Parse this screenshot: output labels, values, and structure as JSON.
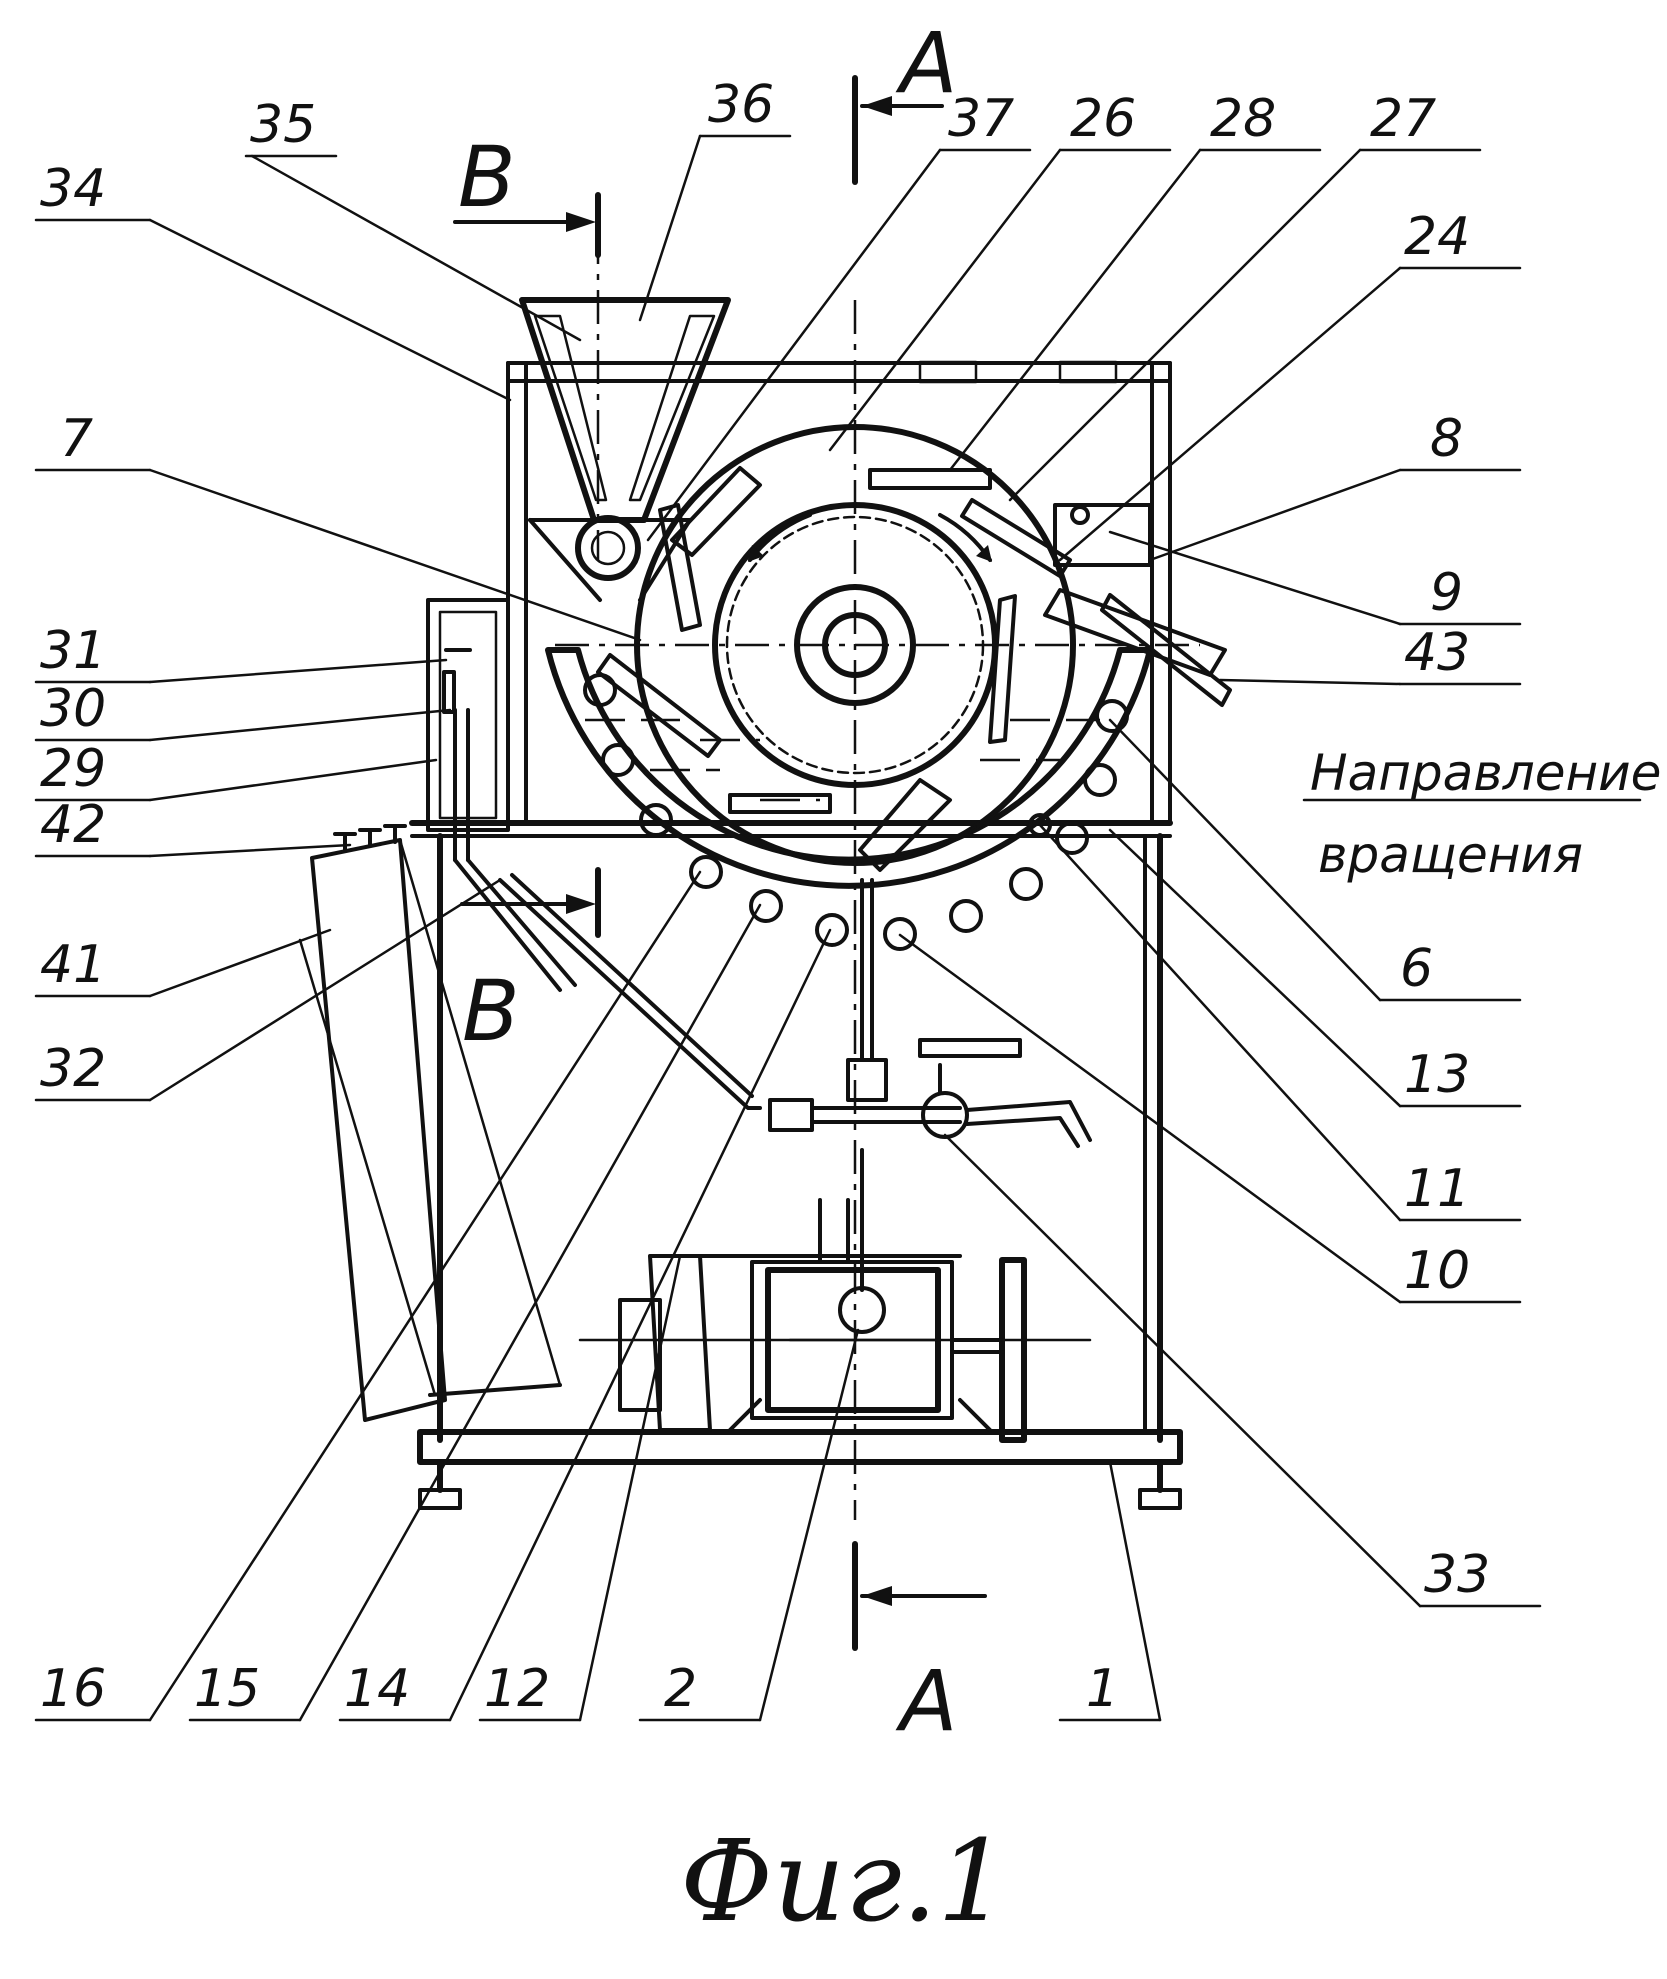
{
  "figure": {
    "caption": "Фиг.1",
    "rotation_note_line1": "Направление",
    "rotation_note_line2": "вращения",
    "section_labels": {
      "a_top": "A",
      "a_bottom": "A",
      "b_top": "B",
      "b_bottom": "B"
    }
  },
  "labels": {
    "l35": "35",
    "l36": "36",
    "l37": "37",
    "l26": "26",
    "l28": "28",
    "l27": "27",
    "l34": "34",
    "l24": "24",
    "l7": "7",
    "l8": "8",
    "l9": "9",
    "l43": "43",
    "l31": "31",
    "l30": "30",
    "l29": "29",
    "l42": "42",
    "l6": "6",
    "l41": "41",
    "l13": "13",
    "l32": "32",
    "l11": "11",
    "l10": "10",
    "l33": "33",
    "l16": "16",
    "l15": "15",
    "l14": "14",
    "l12": "12",
    "l2": "2",
    "l1": "1"
  }
}
